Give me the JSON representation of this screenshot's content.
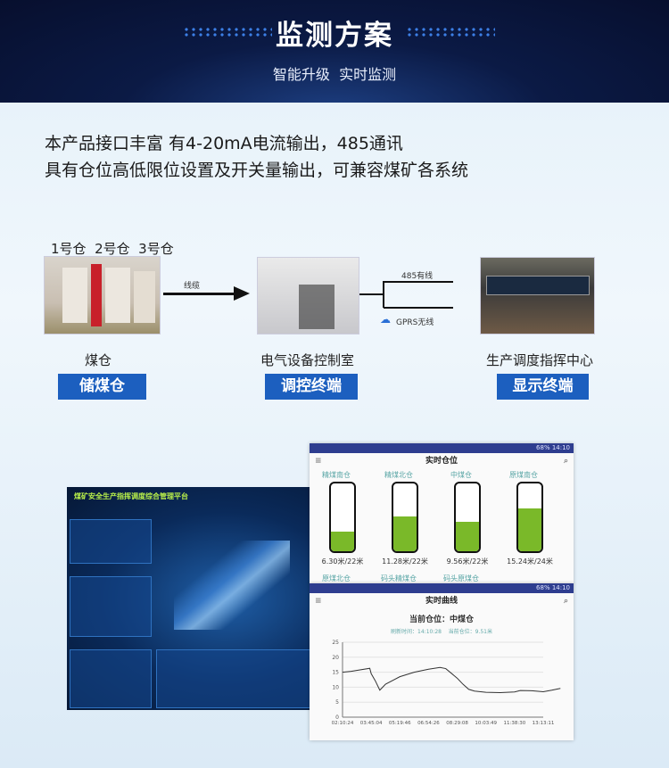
{
  "header": {
    "title": "监测方案",
    "subtitle": "智能升级  实时监测"
  },
  "intro": [
    "本产品接口丰富 有4-20mA电流输出，485通讯",
    "具有仓位高低限位设置及开关量输出，可兼容煤矿各系统"
  ],
  "diagram": {
    "silo_labels": "1号仓  2号仓  3号仓",
    "cable_label": "线缆",
    "wired_label": "485有线",
    "wireless_label": "GPRS无线",
    "nodes": [
      {
        "caption": "煤仓",
        "button": "储煤仓"
      },
      {
        "caption": "电气设备控制室",
        "button": "调控终端"
      },
      {
        "caption": "生产调度指挥中心",
        "button": "显示终端"
      }
    ]
  },
  "dashboard": {
    "title": "煤矿安全生产指挥调度综合管理平台"
  },
  "phone1": {
    "status": "68% 14:10",
    "title": "实时仓位",
    "bins": [
      {
        "name": "精煤南仓",
        "value": "6.30米/22米",
        "level": 0.286
      },
      {
        "name": "精煤北仓",
        "value": "11.28米/22米",
        "level": 0.513
      },
      {
        "name": "中煤仓",
        "value": "9.56米/22米",
        "level": 0.435
      },
      {
        "name": "原煤南仓",
        "value": "15.24米/24米",
        "level": 0.635
      }
    ],
    "more": [
      "原煤北仓",
      "码头精煤仓",
      "码头原煤仓"
    ]
  },
  "phone2": {
    "status": "68% 14:10",
    "title": "实时曲线",
    "heading": "当前仓位：中煤仓",
    "info": "刷新时间：14:10:28    当前仓位：9.51米"
  },
  "chart_data": {
    "type": "line",
    "ylim": [
      0,
      25
    ],
    "yticks": [
      0,
      5,
      10,
      15,
      20,
      25
    ],
    "xticks": [
      "02:10:24",
      "03:45:04",
      "05:19:46",
      "06:54:26",
      "08:29:08",
      "10:03:49",
      "11:38:30",
      "13:13:11"
    ],
    "series": [
      {
        "name": "中煤仓",
        "x": [
          0,
          0.3,
          0.95,
          1.0,
          1.15,
          1.3,
          1.5,
          2,
          2.5,
          3,
          3.4,
          3.6,
          4,
          4.2,
          4.4,
          4.6,
          5,
          5.5,
          6,
          6.2,
          6.6,
          7,
          7.3,
          7.6
        ],
        "y": [
          15,
          15.3,
          16.3,
          14.5,
          12,
          9,
          11,
          13.5,
          15,
          16,
          16.6,
          16.2,
          13,
          11,
          9.3,
          8.7,
          8.3,
          8.2,
          8.4,
          8.9,
          8.8,
          8.5,
          9,
          9.6
        ]
      }
    ]
  }
}
